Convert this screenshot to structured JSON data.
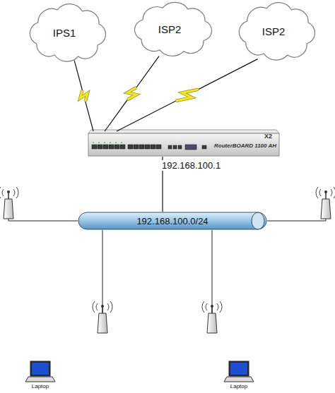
{
  "diagram": {
    "nodes": [
      {
        "text": [
          "IPS1"
        ]
      },
      {
        "text": [
          "ISP2"
        ]
      },
      {
        "text": [
          "ISP2"
        ]
      },
      {
        "text": [
          "X2",
          "RouterBOARD 1100 AH"
        ]
      },
      {
        "text": [
          "192.168.100.0/24"
        ]
      }
    ],
    "edges": [
      {
        "from": 0,
        "to": 3,
        "arrow": "none"
      },
      {
        "from": 1,
        "to": 3,
        "arrow": "none"
      },
      {
        "from": 2,
        "to": 3,
        "arrow": "none"
      },
      {
        "from": 3,
        "to": 4,
        "arrow": "none",
        "label": "192.168.100.1"
      }
    ],
    "labels": [
      "Laptop",
      "Laptop"
    ]
  }
}
